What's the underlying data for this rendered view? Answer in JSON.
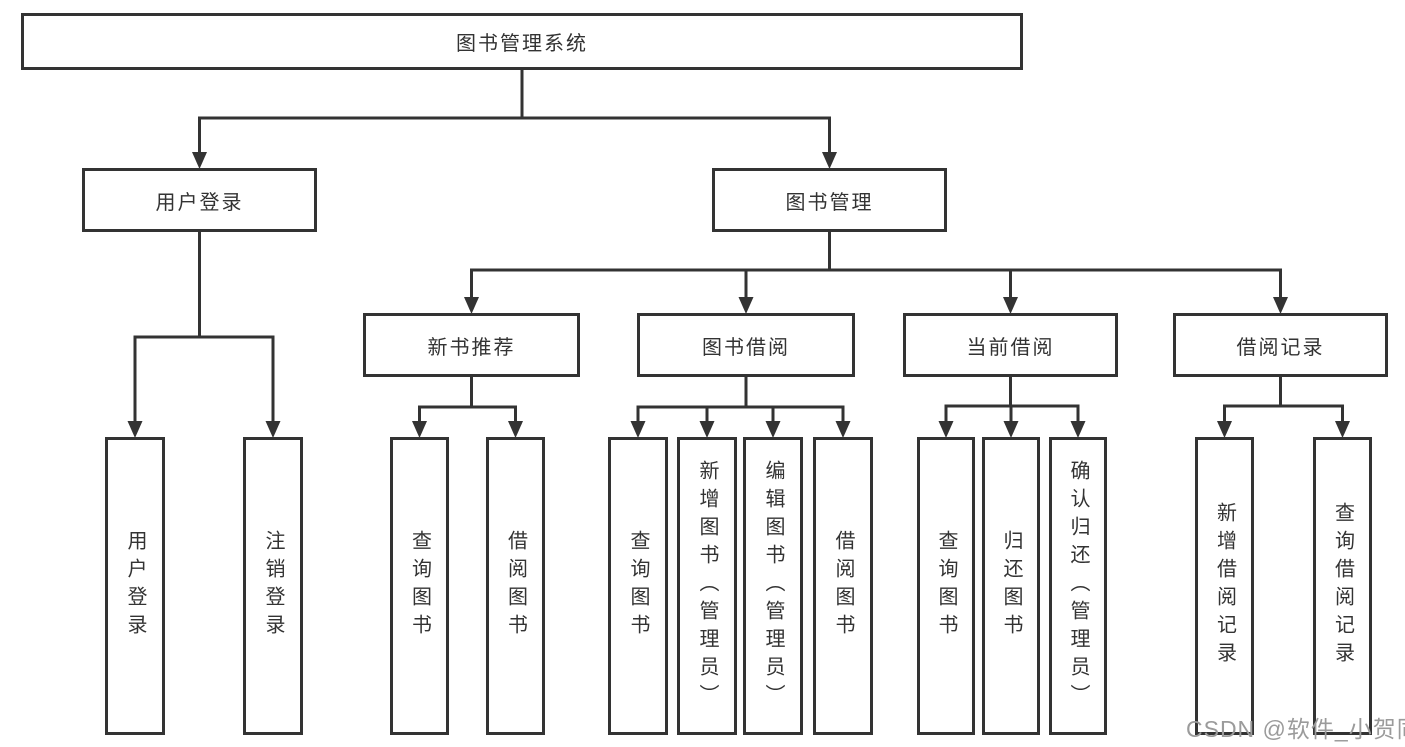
{
  "diagram": {
    "title": "图书管理系统",
    "nodes": [
      {
        "id": "root",
        "label": "图书管理系统",
        "orientation": "horizontal"
      },
      {
        "id": "user-login",
        "label": "用户登录",
        "orientation": "horizontal"
      },
      {
        "id": "book-management",
        "label": "图书管理",
        "orientation": "horizontal"
      },
      {
        "id": "new-book-recommendation",
        "label": "新书推荐",
        "orientation": "horizontal"
      },
      {
        "id": "book-borrowing",
        "label": "图书借阅",
        "orientation": "horizontal"
      },
      {
        "id": "current-borrowing",
        "label": "当前借阅",
        "orientation": "horizontal"
      },
      {
        "id": "borrowing-records",
        "label": "借阅记录",
        "orientation": "horizontal"
      },
      {
        "id": "leaf-user-login",
        "label": "用户登录",
        "orientation": "vertical"
      },
      {
        "id": "leaf-logout",
        "label": "注销登录",
        "orientation": "vertical"
      },
      {
        "id": "leaf-query-books-recommend",
        "label": "查询图书",
        "orientation": "vertical"
      },
      {
        "id": "leaf-borrow-books-recommend",
        "label": "借阅图书",
        "orientation": "vertical"
      },
      {
        "id": "leaf-query-books-borrow",
        "label": "查询图书",
        "orientation": "vertical"
      },
      {
        "id": "leaf-add-books-admin",
        "label": "新增图书（管理员）",
        "orientation": "vertical"
      },
      {
        "id": "leaf-edit-books-admin",
        "label": "编辑图书（管理员）",
        "orientation": "vertical"
      },
      {
        "id": "leaf-borrow-books-borrow",
        "label": "借阅图书",
        "orientation": "vertical"
      },
      {
        "id": "leaf-query-books-current",
        "label": "查询图书",
        "orientation": "vertical"
      },
      {
        "id": "leaf-return-books",
        "label": "归还图书",
        "orientation": "vertical"
      },
      {
        "id": "leaf-confirm-return-admin",
        "label": "确认归还（管理员）",
        "orientation": "vertical"
      },
      {
        "id": "leaf-add-borrow-record",
        "label": "新增借阅记录",
        "orientation": "vertical"
      },
      {
        "id": "leaf-query-borrow-record",
        "label": "查询借阅记录",
        "orientation": "vertical"
      }
    ],
    "edges": [
      {
        "from": "root",
        "to": [
          "user-login",
          "book-management"
        ]
      },
      {
        "from": "user-login",
        "to": [
          "leaf-user-login",
          "leaf-logout"
        ]
      },
      {
        "from": "book-management",
        "to": [
          "new-book-recommendation",
          "book-borrowing",
          "current-borrowing",
          "borrowing-records"
        ]
      },
      {
        "from": "new-book-recommendation",
        "to": [
          "leaf-query-books-recommend",
          "leaf-borrow-books-recommend"
        ]
      },
      {
        "from": "book-borrowing",
        "to": [
          "leaf-query-books-borrow",
          "leaf-add-books-admin",
          "leaf-edit-books-admin",
          "leaf-borrow-books-borrow"
        ]
      },
      {
        "from": "current-borrowing",
        "to": [
          "leaf-query-books-current",
          "leaf-return-books",
          "leaf-confirm-return-admin"
        ]
      },
      {
        "from": "borrowing-records",
        "to": [
          "leaf-add-borrow-record",
          "leaf-query-borrow-record"
        ]
      }
    ]
  },
  "watermark": {
    "text": "CSDN @软件_小贺同学"
  },
  "colors": {
    "line": "#333333",
    "text": "#333333",
    "box_fill": "#ffffff",
    "watermark": "#9b9b9b"
  }
}
